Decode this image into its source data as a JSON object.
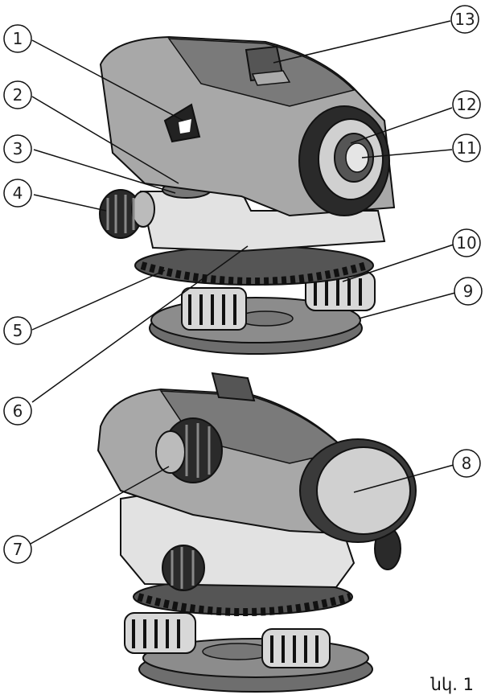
{
  "callouts": [
    "1",
    "2",
    "3",
    "4",
    "5",
    "6",
    "7",
    "8",
    "9",
    "10",
    "11",
    "12",
    "13"
  ],
  "figure_caption": "նկ. 1",
  "colors": {
    "dark_gray": "#7a7a7a",
    "mid_gray": "#a8a8a8",
    "light_gray": "#e2e2e2",
    "black": "#1c1c1c",
    "base": "#6e6e6e"
  }
}
